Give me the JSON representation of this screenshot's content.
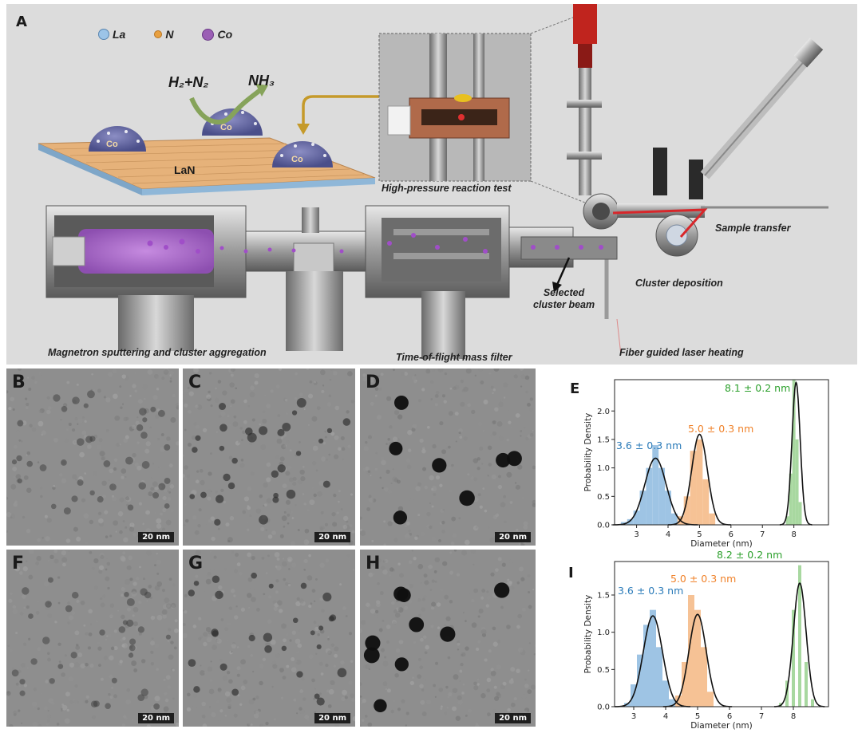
{
  "panel_a": {
    "label": "A",
    "legend": [
      {
        "symbol": "La",
        "color": "#9cc4e8"
      },
      {
        "symbol": "N",
        "color": "#e8a040"
      },
      {
        "symbol": "Co",
        "color": "#9b5fb5"
      }
    ],
    "reactant": "H₂+N₂",
    "product": "NH₃",
    "cluster_label": "Co",
    "substrate_label": "LaN",
    "captions": {
      "high_pressure": "High-pressure reaction test",
      "sample_transfer": "Sample transfer",
      "cluster_deposition": "Cluster deposition",
      "selected_beam_1": "Selected",
      "selected_beam_2": "cluster beam",
      "magnetron": "Magnetron sputtering and cluster aggregation",
      "tof": "Time-of-flight  mass filter",
      "fiber": "Fiber guided laser heating"
    }
  },
  "tem_panels": [
    {
      "label": "B",
      "scale": "20 nm"
    },
    {
      "label": "C",
      "scale": "20 nm"
    },
    {
      "label": "D",
      "scale": "20 nm"
    },
    {
      "label": "F",
      "scale": "20 nm"
    },
    {
      "label": "G",
      "scale": "20 nm"
    },
    {
      "label": "H",
      "scale": "20 nm"
    }
  ],
  "chart_data": [
    {
      "panel": "E",
      "type": "bar",
      "xlabel": "Diameter (nm)",
      "ylabel": "Probability Density",
      "xlim": [
        2.3,
        9.1
      ],
      "ylim": [
        0,
        2.55
      ],
      "xticks": [
        3,
        4,
        5,
        6,
        7,
        8
      ],
      "yticks": [
        0.0,
        0.5,
        1.0,
        1.5,
        2.0
      ],
      "series": [
        {
          "name": "3.6 ± 0.3 nm",
          "color": "#9ec4e4",
          "label_color": "#2b7bb9",
          "mean": 3.6,
          "sigma": 0.34,
          "peak": 1.17,
          "bins": [
            [
              2.6,
              0.05
            ],
            [
              2.8,
              0.1
            ],
            [
              3.0,
              0.25
            ],
            [
              3.2,
              0.6
            ],
            [
              3.4,
              1.0
            ],
            [
              3.6,
              1.4
            ],
            [
              3.8,
              1.0
            ],
            [
              4.0,
              0.6
            ],
            [
              4.2,
              0.2
            ]
          ]
        },
        {
          "name": "5.0 ± 0.3 nm",
          "color": "#f6c295",
          "label_color": "#f0822a",
          "mean": 5.0,
          "sigma": 0.25,
          "peak": 1.59,
          "bins": [
            [
              4.4,
              0.15
            ],
            [
              4.6,
              0.5
            ],
            [
              4.8,
              1.3
            ],
            [
              5.0,
              1.5
            ],
            [
              5.2,
              0.8
            ],
            [
              5.4,
              0.2
            ]
          ]
        },
        {
          "name": "8.1 ± 0.2 nm",
          "color": "#a8d8a0",
          "label_color": "#2ca02c",
          "mean": 8.07,
          "sigma": 0.13,
          "peak": 2.5,
          "bins": [
            [
              7.8,
              0.15
            ],
            [
              7.9,
              0.9
            ],
            [
              8.0,
              2.55
            ],
            [
              8.1,
              1.5
            ],
            [
              8.2,
              0.4
            ]
          ]
        }
      ]
    },
    {
      "panel": "I",
      "type": "bar",
      "xlabel": "Diameter (nm)",
      "ylabel": "Probability Density",
      "xlim": [
        2.4,
        9.1
      ],
      "ylim": [
        0,
        1.95
      ],
      "xticks": [
        3,
        4,
        5,
        6,
        7,
        8
      ],
      "yticks": [
        0.0,
        0.5,
        1.0,
        1.5
      ],
      "series": [
        {
          "name": "3.6 ± 0.3 nm",
          "color": "#9ec4e4",
          "label_color": "#2b7bb9",
          "mean": 3.6,
          "sigma": 0.3,
          "peak": 1.22,
          "bins": [
            [
              2.8,
              0.05
            ],
            [
              3.0,
              0.3
            ],
            [
              3.2,
              0.7
            ],
            [
              3.4,
              1.1
            ],
            [
              3.6,
              1.3
            ],
            [
              3.8,
              0.8
            ],
            [
              4.0,
              0.35
            ],
            [
              4.2,
              0.1
            ]
          ]
        },
        {
          "name": "5.0 ± 0.3 nm",
          "color": "#f6c295",
          "label_color": "#f0822a",
          "mean": 5.0,
          "sigma": 0.27,
          "peak": 1.24,
          "bins": [
            [
              4.4,
              0.15
            ],
            [
              4.6,
              0.6
            ],
            [
              4.8,
              1.5
            ],
            [
              5.0,
              1.3
            ],
            [
              5.2,
              0.8
            ],
            [
              5.4,
              0.2
            ]
          ]
        },
        {
          "name": "8.2 ± 0.2 nm",
          "color": "#a8d8a0",
          "label_color": "#2ca02c",
          "mean": 8.2,
          "sigma": 0.2,
          "peak": 1.66,
          "bins": [
            [
              7.6,
              0.05
            ],
            [
              7.8,
              0.35
            ],
            [
              8.0,
              1.3
            ],
            [
              8.2,
              1.9
            ],
            [
              8.4,
              0.6
            ],
            [
              8.6,
              0.1
            ]
          ]
        }
      ]
    }
  ]
}
